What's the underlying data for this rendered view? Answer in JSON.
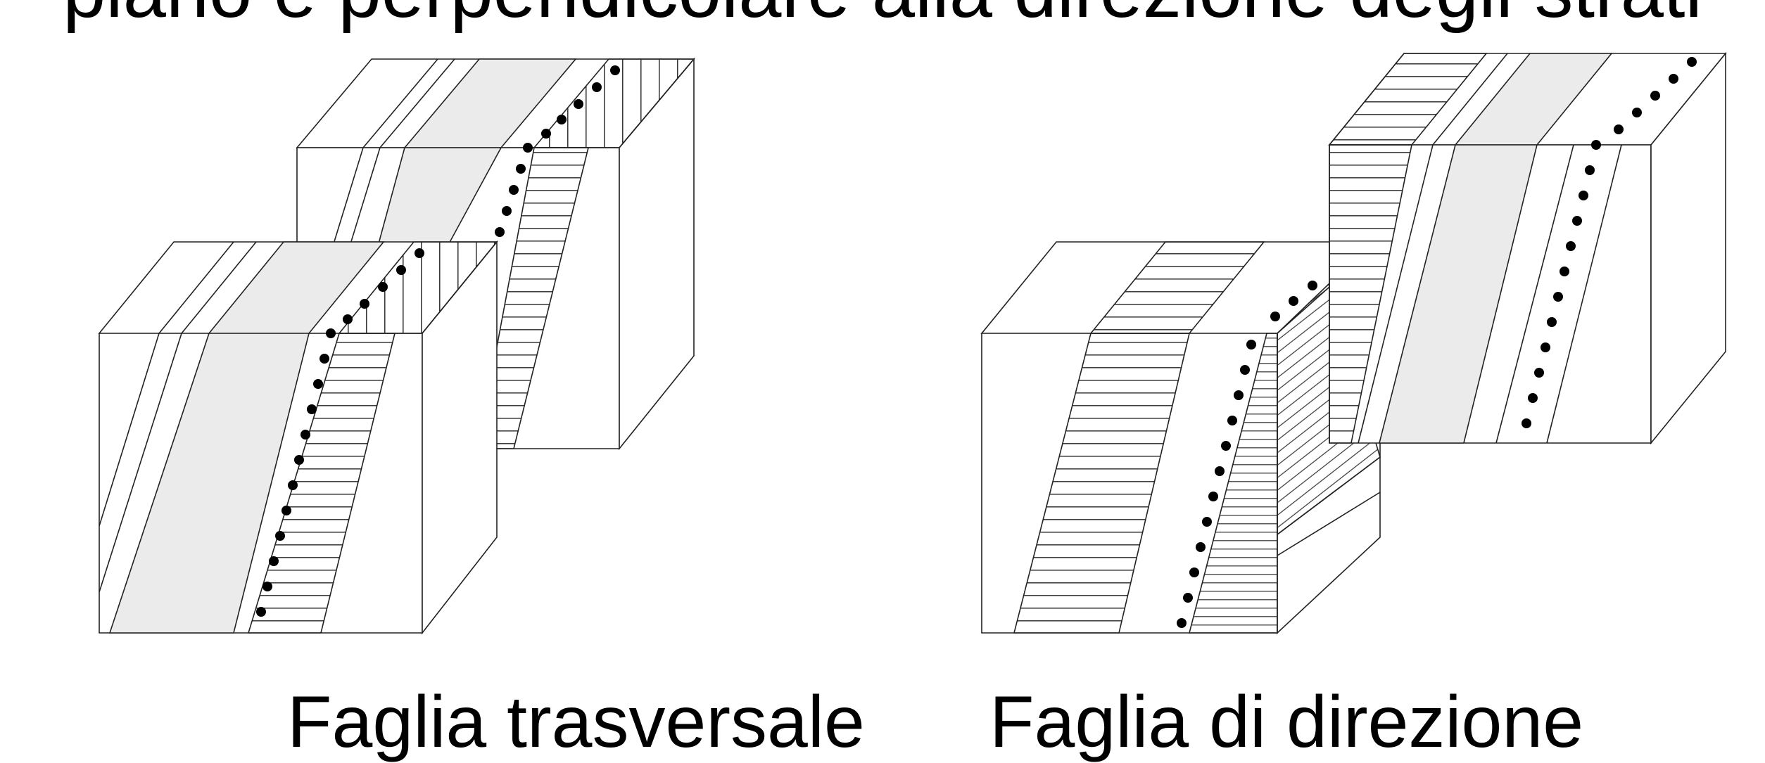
{
  "slide": {
    "title": "piano è perpendicolare alla direzione degli strati"
  },
  "diagrams": [
    {
      "caption": "Faglia trasversale"
    },
    {
      "caption": "Faglia di direzione"
    }
  ],
  "colors": {
    "line": "#222222",
    "gray_band": "#ebebeb",
    "dots": "#000000"
  }
}
